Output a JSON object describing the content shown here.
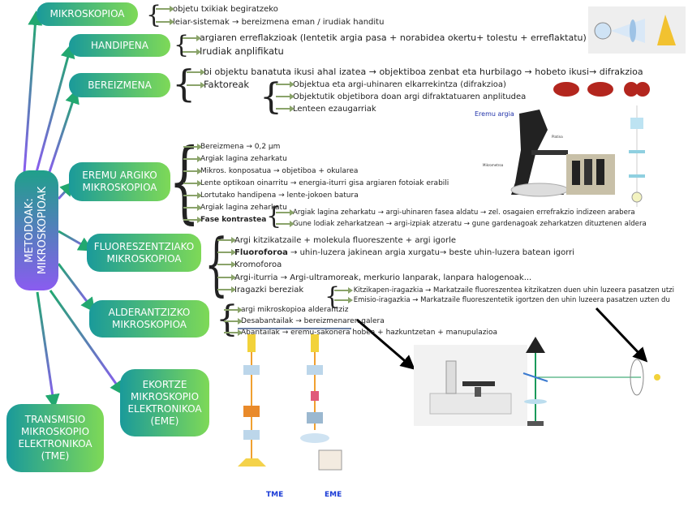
{
  "central": {
    "label": "METODOAK: MIKROSKOPIOAK"
  },
  "nodes": {
    "mikroskopioa": {
      "label": "MIKROSKOPIOA",
      "items": [
        "objetu txikiak begiratzeko",
        "leiar-sistemak → bereizmena eman / irudiak handitu"
      ]
    },
    "handipena": {
      "label": "HANDIPENA",
      "items": [
        "argiaren erreflakzioak (lentetik argia pasa + norabidea okertu+ tolestu + erreflaktatu)",
        "Irudiak anplifikatu"
      ]
    },
    "bereizmena": {
      "label": "BEREIZMENA",
      "items": [
        "bi objektu banatuta ikusi ahal izatea → objektiboa zenbat eta hurbilago → hobeto ikusi→ difrakzioa",
        "Faktoreak"
      ],
      "faktoreak": [
        "Objektua eta argi-uhinaren elkarrekintza (difrakzioa)",
        "Objektutik objetibora doan argi difraktatuaren anplitudea",
        "Lenteen ezaugarriak"
      ]
    },
    "eremu_argiko": {
      "label": "EREMU ARGIKO MIKROSKOPIOA",
      "items": [
        "Bereizmena → 0,2 µm",
        "Argiak lagina zeharkatu",
        "Mikros. konposatua → objetiboa + okularea",
        "Lente optikoan oinarritu → energia-iturri gisa argiaren fotoiak erabili",
        "Lortutako handipena → lente-jokoen batura",
        "Argiak lagina zeharkatu"
      ],
      "fase_label": "Fase kontrastea",
      "fase": [
        "Argiak lagina zeharkatu → argi-uhinaren fasea aldatu → zel. osagaien errefrakzio indizeen arabera",
        "Gune lodiak zeharkatzean → argi-izpiak atzeratu →  gune gardenagoak zeharkatzen dituztenen aldera"
      ]
    },
    "fluoreszentziako": {
      "label": "FLUORESZENTZIAKO MIKROSKOPIOA",
      "item1": "Argi kitzikatzaile + molekula fluoreszente + argi igorle",
      "fluoroforoa_label": "Fluoroforoa",
      "fluoroforoa": " → uhin-luzera jakinean argia xurgatu→ beste uhin-luzera batean igorri",
      "item3": "Kromoforoa",
      "item4": "Argi-iturria →  Argi-ultramoreak, merkurio lanparak, lanpara halogenoak...",
      "iragazki_label": "Iragazki bereziak",
      "iragazki": [
        "Kitzikapen-iragazkia →  Markatzaile fluoreszentea kitzikatzen duen uhin luzeera pasatzen utzi",
        "Emisio-iragazkia →  Markatzaile fluoreszentetik igortzen den uhin luzeera pasatzen uzten du"
      ]
    },
    "alderantzizko": {
      "label": "ALDERANTZIZKO MIKROSKOPIOA",
      "items": [
        "argi mikroskopioa alderantziz",
        "Desabantailak → bereizmenaren galera",
        "Abantailak → eremu-sakonera hobea + hazkuntzetan + manupulazioa"
      ]
    },
    "ekortze": {
      "label": "EKORTZE MIKROSKOPIO ELEKTRONIKOA (EME)"
    },
    "transmisio": {
      "label": "TRANSMISIO MIKROSKOPIO ELEKTRONIKOA (TME)"
    }
  },
  "images": {
    "microscope_caption": "Eremu argia",
    "tme_label": "TME",
    "eme_label": "EME"
  },
  "colors": {
    "node_start": "#1a9a9a",
    "node_end": "#7ed957",
    "central_bottom": "#8a5cf0",
    "arrow": "#8aa36a",
    "connector_green": "#22a870",
    "connector_purple": "#8a5cf0"
  }
}
